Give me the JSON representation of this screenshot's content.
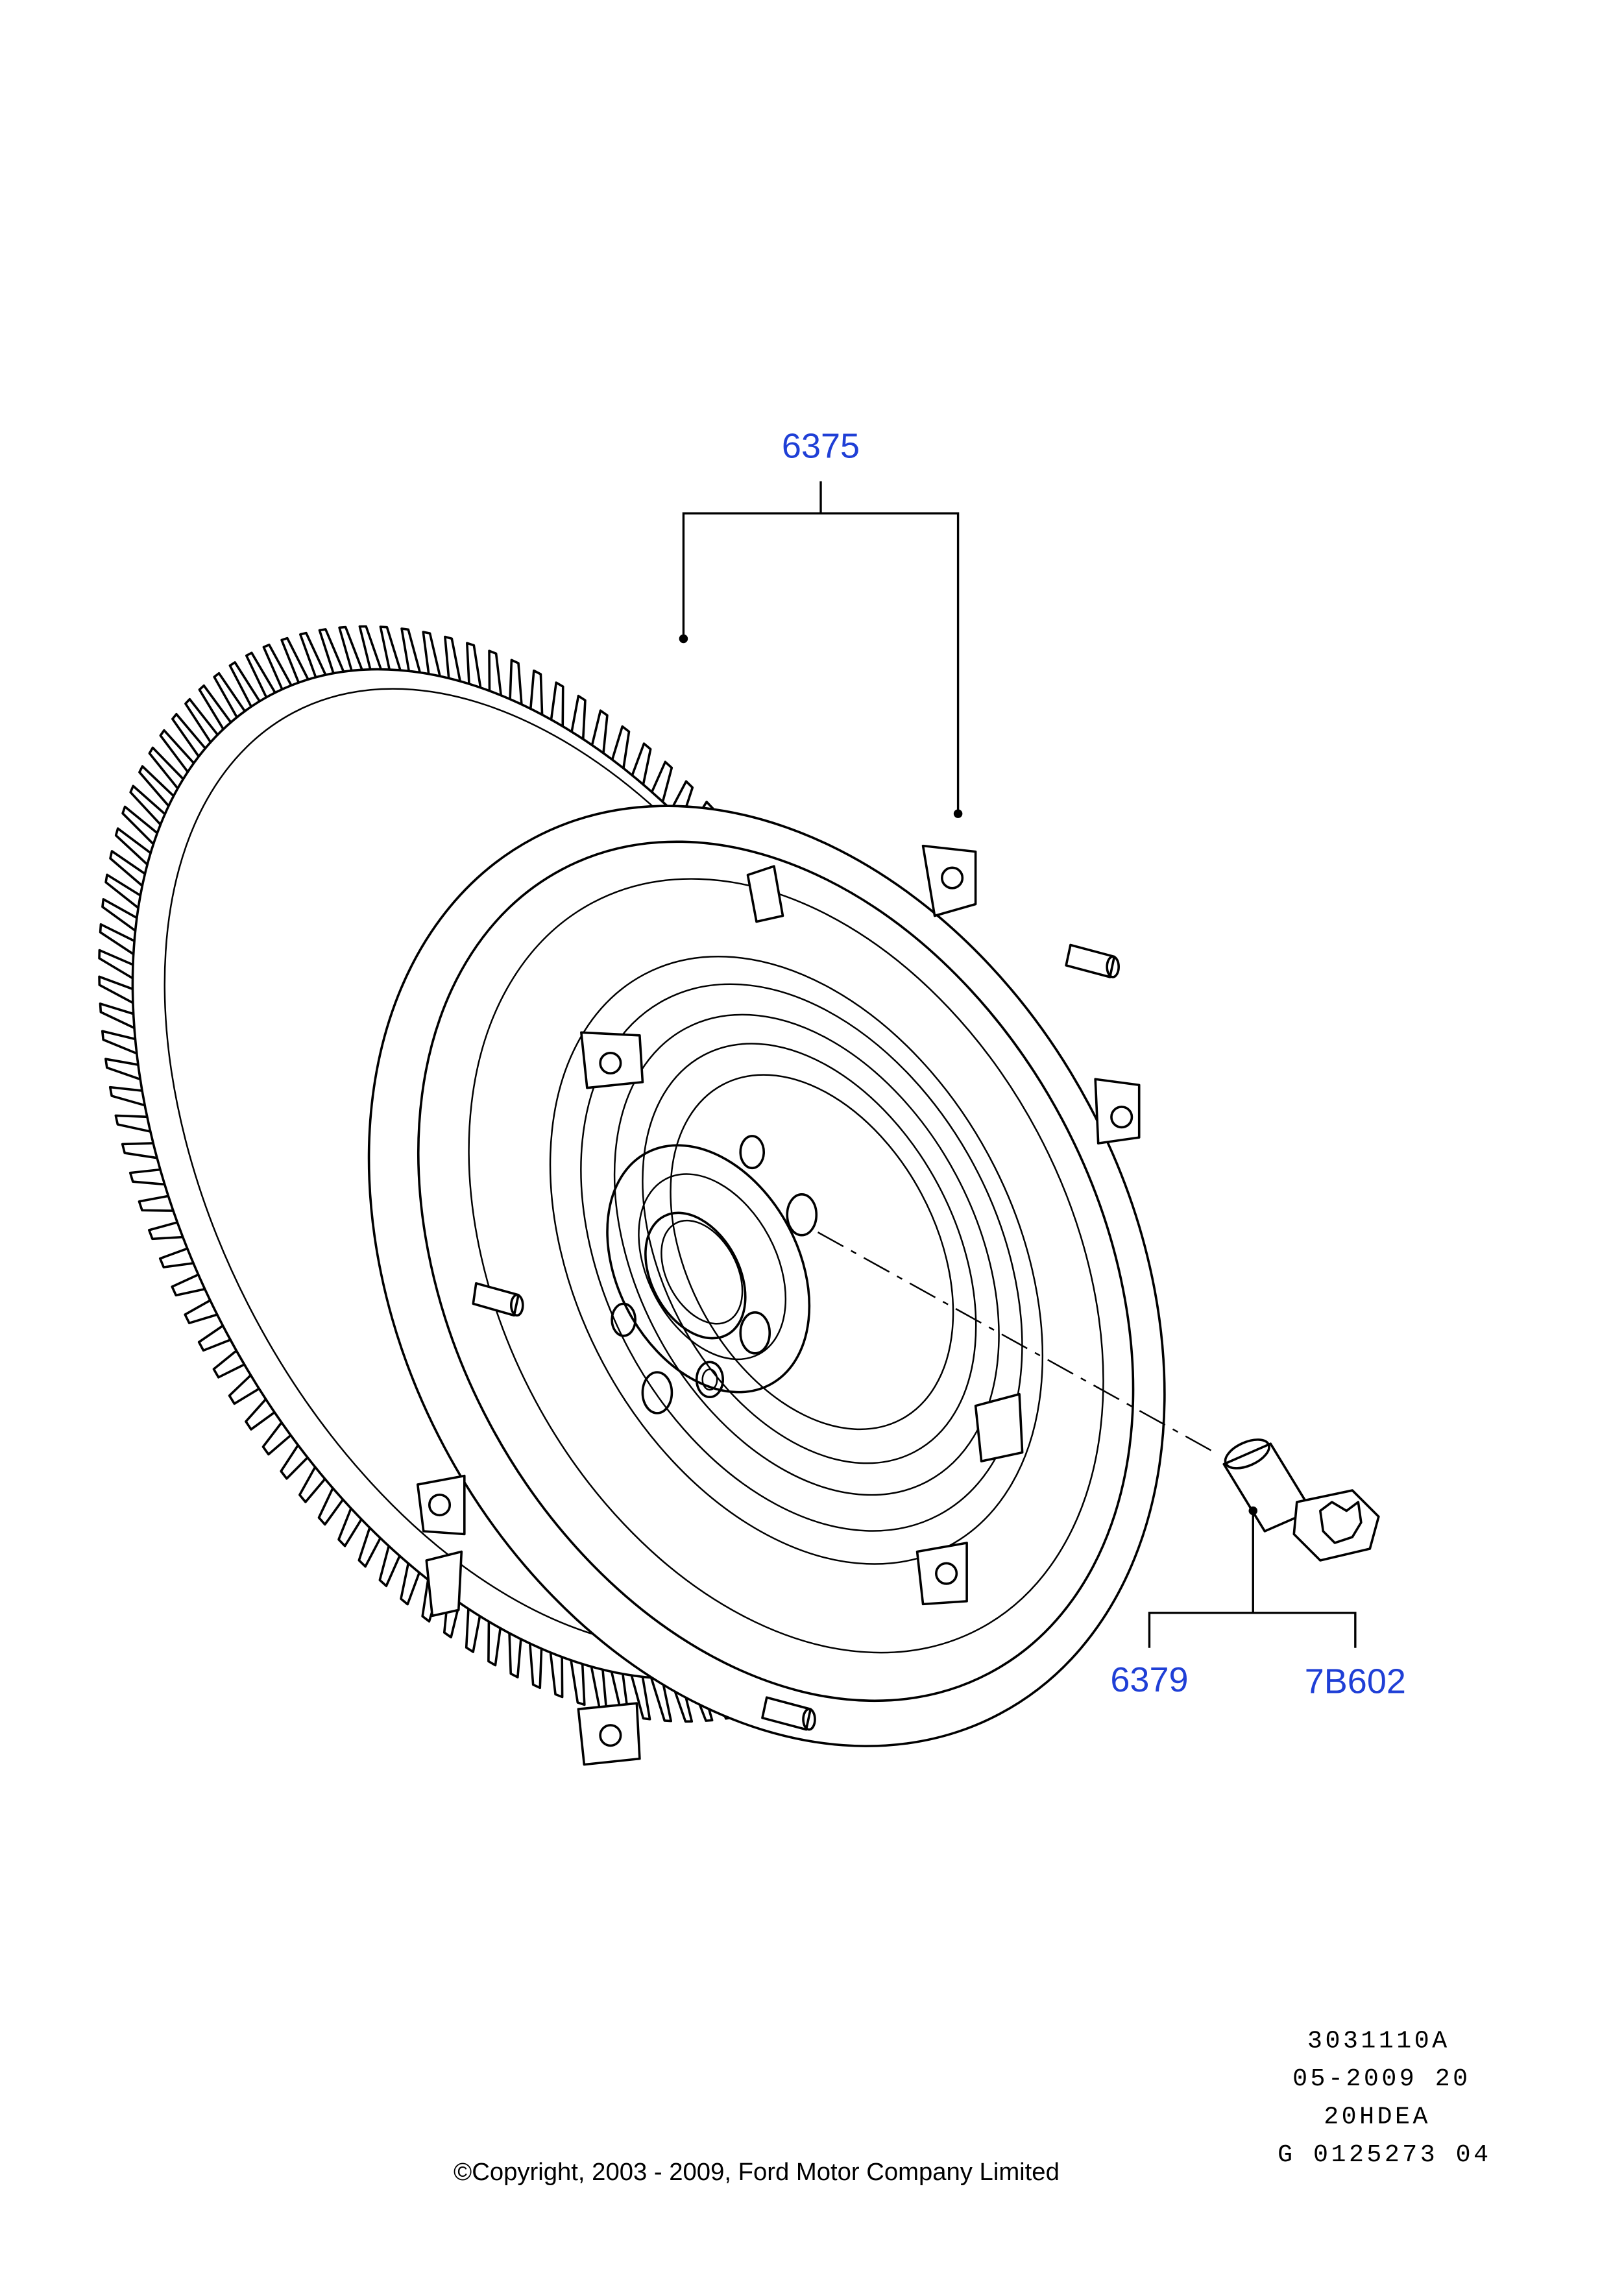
{
  "callouts": [
    {
      "id": "6375",
      "label": "6375"
    },
    {
      "id": "6379",
      "label": "6379"
    },
    {
      "id": "7B602",
      "label": "7B602"
    }
  ],
  "info_block": {
    "line1": "3031110A",
    "line2": "05-2009 20",
    "line3": "20HDEA",
    "line4": "G 0125273 04"
  },
  "copyright": "©Copyright, 2003 - 2009, Ford Motor Company Limited",
  "colors": {
    "label": "#1f3fd6",
    "line": "#000000",
    "background": "#ffffff"
  }
}
